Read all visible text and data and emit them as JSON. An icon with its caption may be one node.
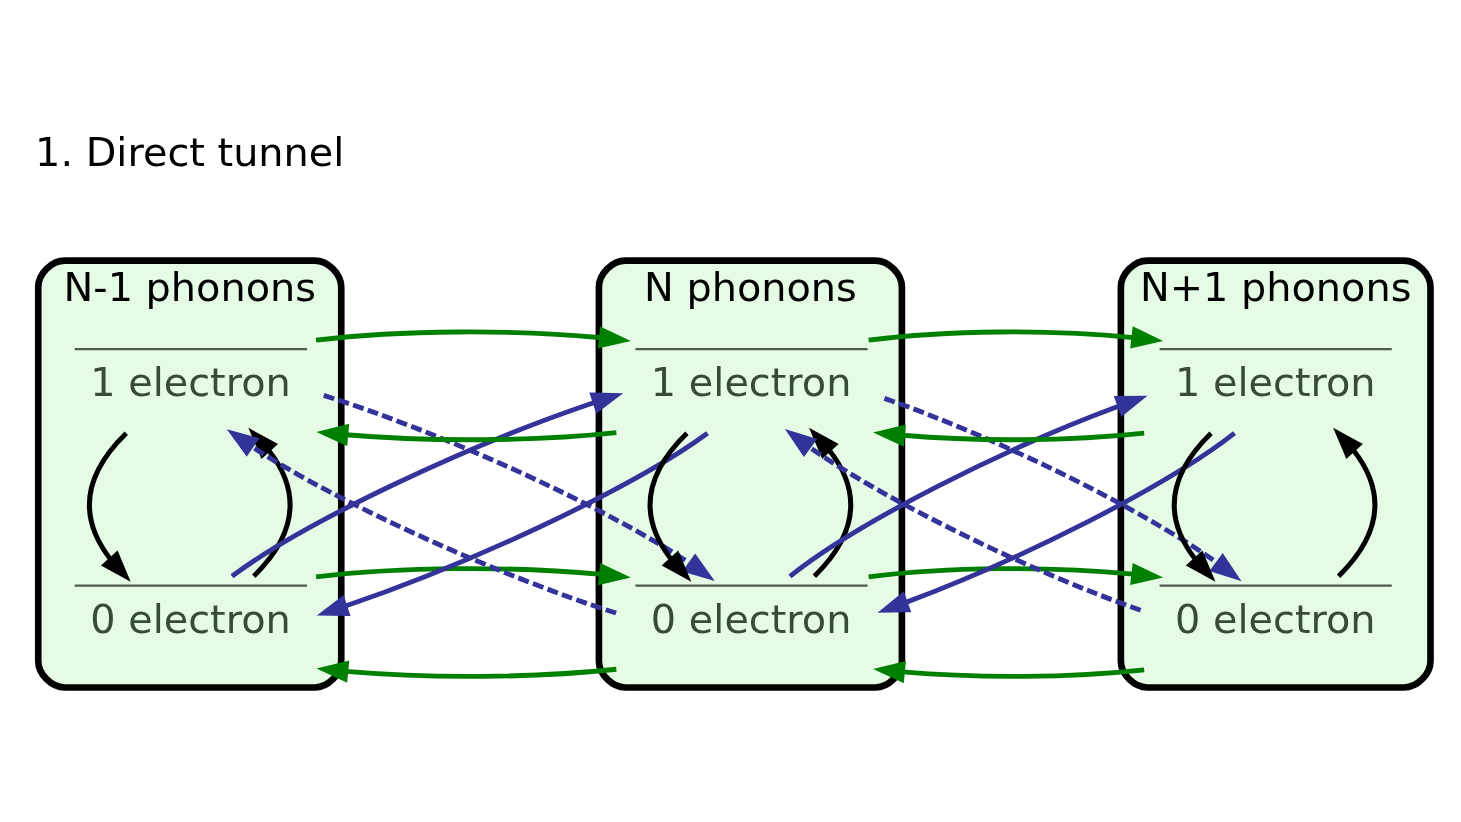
{
  "diagram": {
    "nodes": [
      {
        "text": [
          "N-1 phonons"
        ]
      },
      {
        "text": [
          "1 electron"
        ],
        "in": 0
      },
      {
        "text": [
          "0 electron"
        ],
        "in": 0
      },
      {
        "text": [
          "N phonons"
        ]
      },
      {
        "text": [
          "1 electron"
        ],
        "in": 3
      },
      {
        "text": [
          "0 electron"
        ],
        "in": 3
      },
      {
        "text": [
          "N+1 phonons"
        ]
      },
      {
        "text": [
          "1 electron"
        ],
        "in": 6
      },
      {
        "text": [
          "0 electron"
        ],
        "in": 6
      }
    ],
    "edges": [
      {
        "from": 2,
        "to": 1,
        "arrow": "to",
        "color": "#000000"
      },
      {
        "from": 1,
        "to": 2,
        "arrow": "to",
        "color": "#000000"
      },
      {
        "from": 5,
        "to": 4,
        "arrow": "to",
        "color": "#000000"
      },
      {
        "from": 4,
        "to": 5,
        "arrow": "to",
        "color": "#000000"
      },
      {
        "from": 8,
        "to": 7,
        "arrow": "to",
        "color": "#000000"
      },
      {
        "from": 7,
        "to": 8,
        "arrow": "to",
        "color": "#000000"
      },
      {
        "from": 4,
        "to": 1,
        "arrow": "to",
        "color": "#008000"
      },
      {
        "from": 1,
        "to": 4,
        "arrow": "to",
        "color": "#008000"
      },
      {
        "from": 7,
        "to": 4,
        "arrow": "to",
        "color": "#008000"
      },
      {
        "from": 4,
        "to": 7,
        "arrow": "to",
        "color": "#008000"
      },
      {
        "from": 5,
        "to": 2,
        "arrow": "to",
        "color": "#008000"
      },
      {
        "from": 2,
        "to": 5,
        "arrow": "to",
        "color": "#008000"
      },
      {
        "from": 8,
        "to": 5,
        "arrow": "to",
        "color": "#008000"
      },
      {
        "from": 5,
        "to": 8,
        "arrow": "to",
        "color": "#008000"
      },
      {
        "from": 2,
        "to": 4,
        "arrow": "to",
        "color": "#333399"
      },
      {
        "from": 4,
        "to": 2,
        "arrow": "to",
        "color": "#333399"
      },
      {
        "from": 5,
        "to": 7,
        "arrow": "to",
        "color": "#333399"
      },
      {
        "from": 7,
        "to": 5,
        "arrow": "to",
        "color": "#333399"
      },
      {
        "from": 5,
        "to": 1,
        "arrow": "to",
        "style": "dashed",
        "color": "#333399"
      },
      {
        "from": 1,
        "to": 5,
        "arrow": "to",
        "style": "dashed",
        "color": "#333399"
      },
      {
        "from": 8,
        "to": 4,
        "arrow": "to",
        "style": "dashed",
        "color": "#333399"
      },
      {
        "from": 4,
        "to": 8,
        "arrow": "to",
        "style": "dashed",
        "color": "#333399"
      }
    ],
    "labels": [
      "1. Direct tunnel"
    ]
  }
}
